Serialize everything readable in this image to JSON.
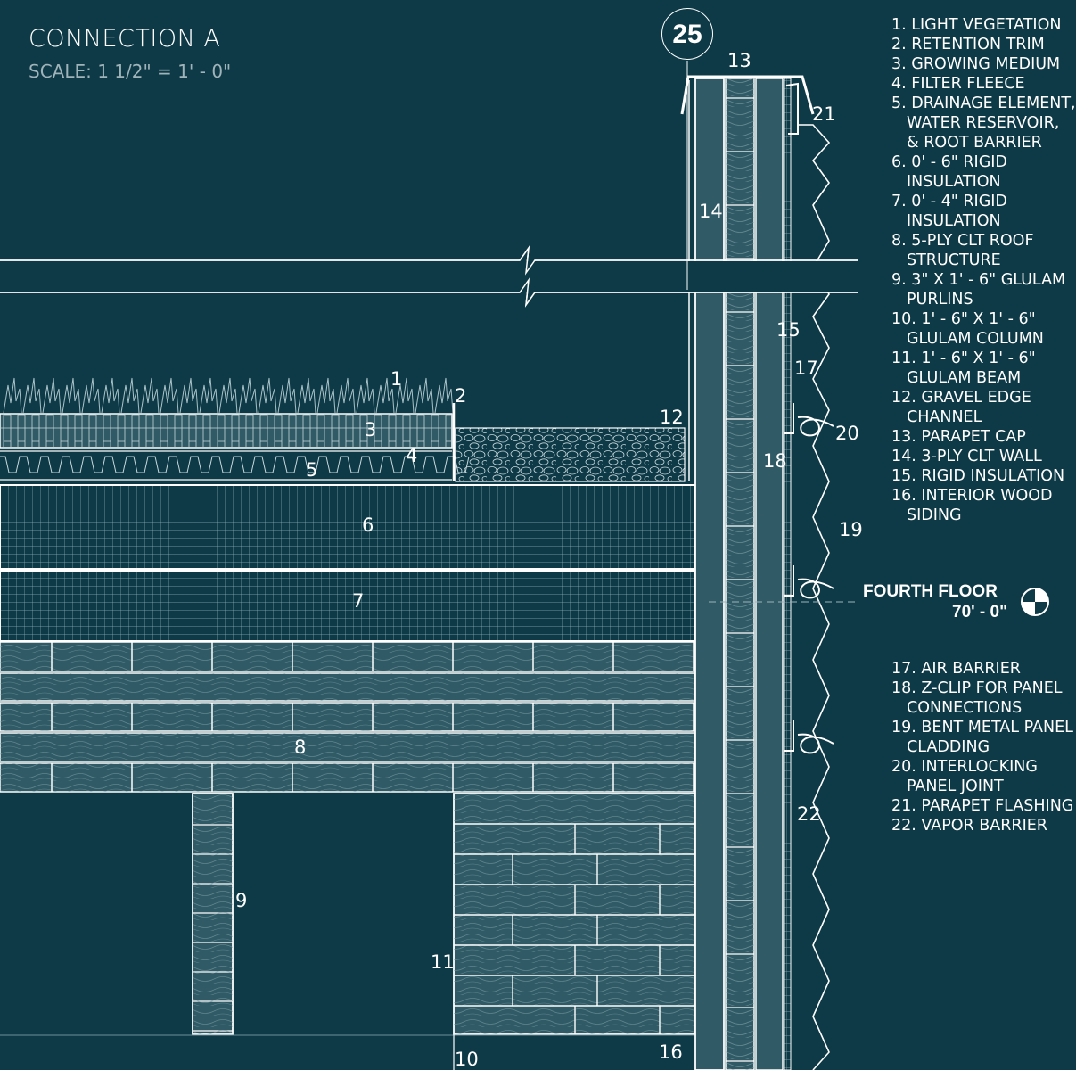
{
  "title": "CONNECTION A",
  "scale": "SCALE: 1 1/2\" = 1' - 0\"",
  "detail_bubble": "25",
  "level": {
    "name": "FOURTH FLOOR",
    "elevation": "70' - 0\""
  },
  "legend_top": [
    [
      "1.  LIGHT VEGETATION"
    ],
    [
      "2.  RETENTION TRIM"
    ],
    [
      "3.  GROWING MEDIUM"
    ],
    [
      "4.  FILTER FLEECE"
    ],
    [
      "5.  DRAINAGE ELEMENT,",
      "WATER RESERVOIR,",
      "& ROOT BARRIER"
    ],
    [
      "6.  0' - 6\" RIGID",
      "INSULATION"
    ],
    [
      "7.  0' - 4\" RIGID",
      "INSULATION"
    ],
    [
      "8.  5-PLY CLT ROOF",
      "STRUCTURE"
    ],
    [
      "9.  3\" X 1' - 6\" GLULAM",
      "PURLINS"
    ],
    [
      "10.  1' - 6\" X 1' - 6\"",
      "GLULAM COLUMN"
    ],
    [
      "11.  1' - 6\" X 1' - 6\"",
      "GLULAM BEAM"
    ],
    [
      "12.  GRAVEL EDGE",
      "CHANNEL"
    ],
    [
      "13.  PARAPET CAP"
    ],
    [
      "14.  3-PLY CLT WALL"
    ],
    [
      "15.  RIGID INSULATION"
    ],
    [
      "16.  INTERIOR WOOD",
      "SIDING"
    ]
  ],
  "legend_bottom": [
    [
      "17.  AIR BARRIER"
    ],
    [
      "18.  Z-CLIP FOR PANEL",
      "CONNECTIONS"
    ],
    [
      "19.  BENT METAL PANEL",
      "CLADDING"
    ],
    [
      "20.  INTERLOCKING",
      "PANEL JOINT"
    ],
    [
      "21.  PARAPET FLASHING"
    ],
    [
      "22.  VAPOR BARRIER"
    ]
  ],
  "callouts": [
    "1",
    "2",
    "3",
    "4",
    "5",
    "6",
    "7",
    "8",
    "9",
    "10",
    "11",
    "12",
    "13",
    "14",
    "15",
    "16",
    "17",
    "18",
    "19",
    "20",
    "21",
    "22"
  ],
  "colors": {
    "background": "#0e3a47",
    "material_fill": "#2f5a66",
    "line": "#ffffff",
    "muted_text": "#9fb3b9"
  }
}
